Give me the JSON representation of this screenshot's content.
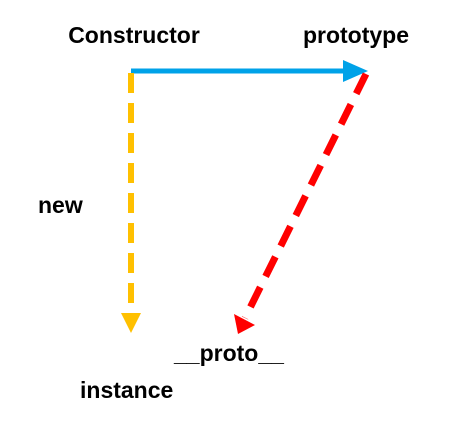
{
  "labels": {
    "constructor": "Constructor",
    "prototype": "prototype",
    "new": "new",
    "proto": "__proto__",
    "instance": "instance"
  },
  "colors": {
    "constructor_to_prototype": "#00a2e8",
    "new_arrow": "#ffc000",
    "proto_arrow": "#ff0000",
    "text": "#000000",
    "background": "#ffffff"
  }
}
